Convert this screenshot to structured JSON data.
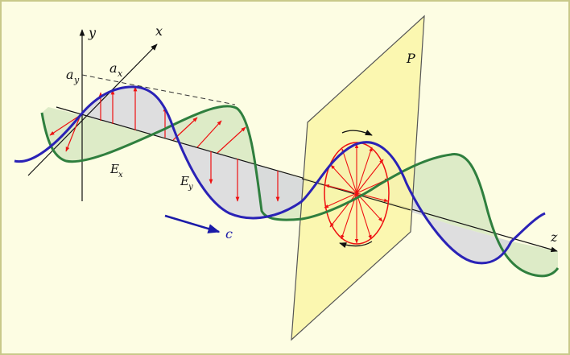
{
  "labels": {
    "axis_y": "y",
    "axis_x": "x",
    "axis_z": "z",
    "amp_y": "a",
    "amp_y_sub": "y",
    "amp_x": "a",
    "amp_x_sub": "x",
    "field_x": "E",
    "field_x_sub": "x",
    "field_y": "E",
    "field_y_sub": "y",
    "plane": "P",
    "speed": "c"
  },
  "colors": {
    "background": "#fdfde3",
    "frame": "#c9c98a",
    "plane_fill": "#fbf6a8",
    "plane_stroke": "#555555",
    "wave_y": "#2a22b6",
    "wave_x": "#2f7f3e",
    "fill_x": "#d7e8c2",
    "fill_y": "#d8d8de",
    "vectors": "#ee1111",
    "speed_arrow": "#1a1aa8",
    "axis": "#111111"
  }
}
